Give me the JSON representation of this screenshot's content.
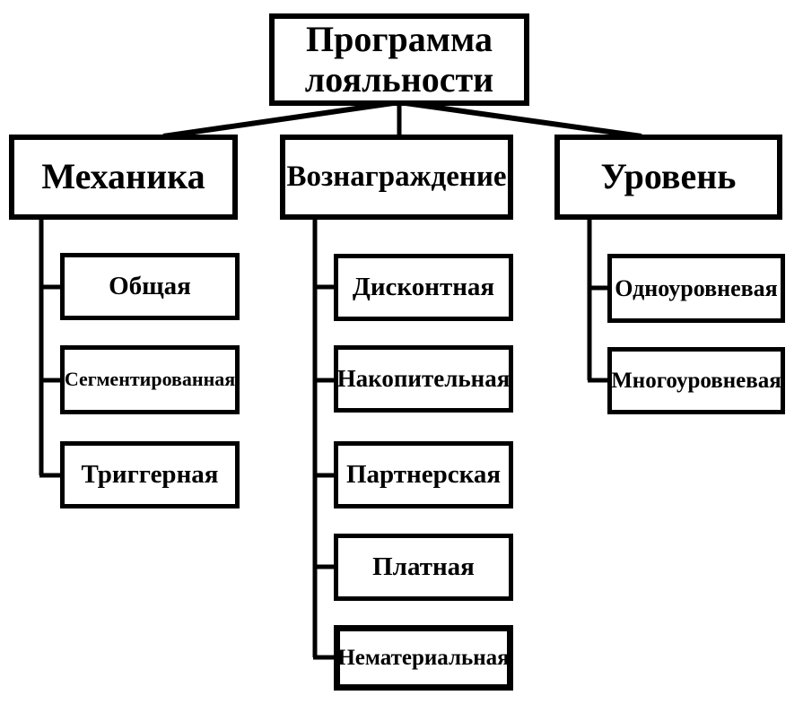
{
  "diagram": {
    "type": "hierarchy-tree",
    "language": "ru",
    "colors": {
      "background": "#ffffff",
      "line": "#000000",
      "box_border": "#000000",
      "text": "#000000"
    },
    "tree": {
      "root": {
        "label": "Программа лояльности"
      },
      "branches": [
        {
          "label": "Механика",
          "children": [
            {
              "label": "Общая"
            },
            {
              "label": "Сегментированная"
            },
            {
              "label": "Триггерная"
            }
          ]
        },
        {
          "label": "Вознаграждение",
          "children": [
            {
              "label": "Дисконтная"
            },
            {
              "label": "Накопительная"
            },
            {
              "label": "Партнерская"
            },
            {
              "label": "Платная"
            },
            {
              "label": "Нематериальная"
            }
          ]
        },
        {
          "label": "Уровень",
          "children": [
            {
              "label": "Одноуровневая"
            },
            {
              "label": "Многоуровневая"
            }
          ]
        }
      ]
    }
  }
}
